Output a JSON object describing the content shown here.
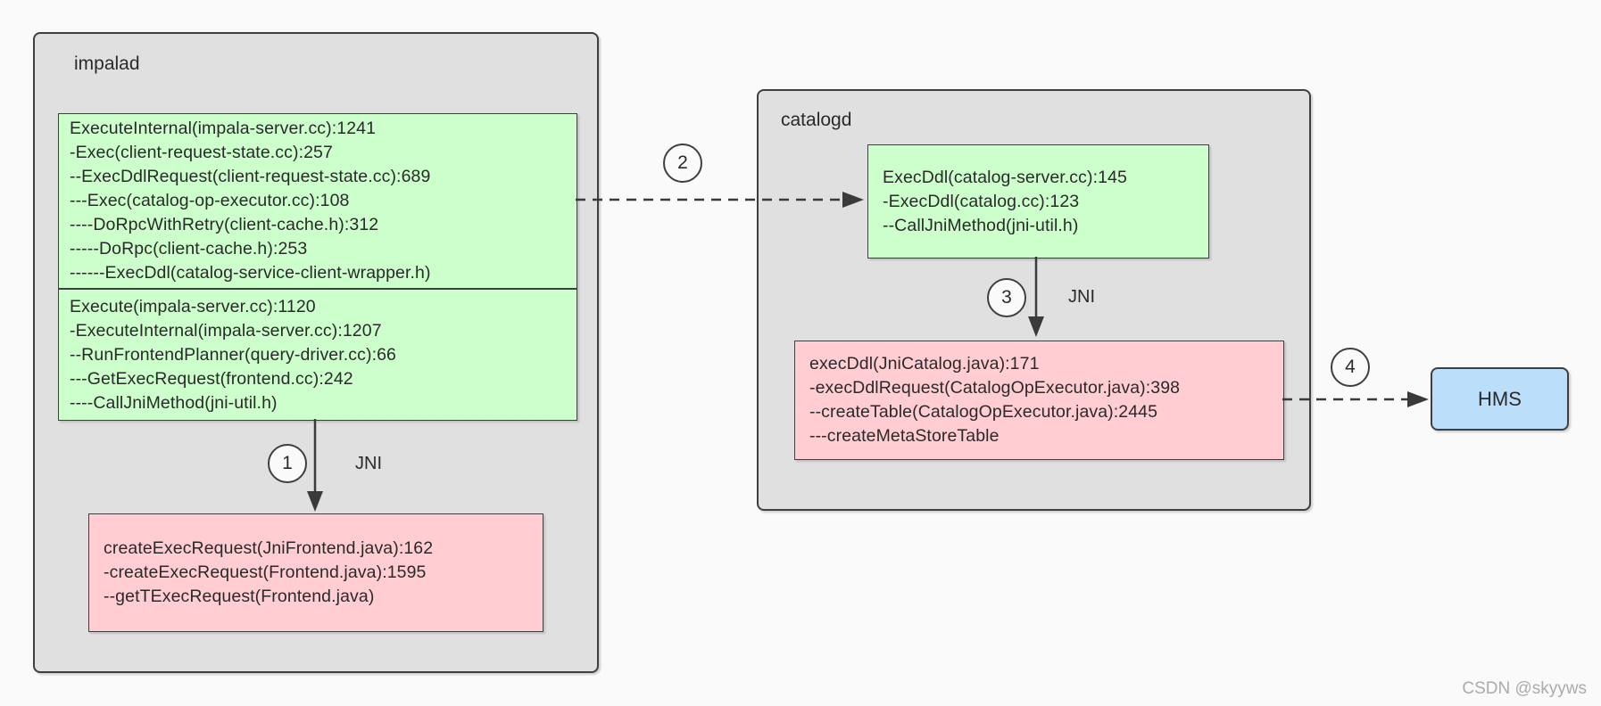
{
  "diagram": {
    "watermark": "CSDN @skyyws",
    "colors": {
      "page_background": "#fafafa",
      "container_fill": "#e0e0e0",
      "cpp_stack_fill": "#ccffcc",
      "java_stack_fill": "#ffcdd2",
      "hms_fill": "#bbdefb",
      "border": "#3f3f3f",
      "text": "#2a2a2a"
    },
    "impalad": {
      "title": "impalad",
      "jni_label": "JNI",
      "cpp_ddl_stack": [
        "ExecuteInternal(impala-server.cc):1241",
        "-Exec(client-request-state.cc):257",
        "--ExecDdlRequest(client-request-state.cc):689",
        "---Exec(catalog-op-executor.cc):108",
        "----DoRpcWithRetry(client-cache.h):312",
        "-----DoRpc(client-cache.h):253",
        "------ExecDdl(catalog-service-client-wrapper.h)"
      ],
      "cpp_frontend_stack": [
        "Execute(impala-server.cc):1120",
        "-ExecuteInternal(impala-server.cc):1207",
        "--RunFrontendPlanner(query-driver.cc):66",
        "---GetExecRequest(frontend.cc):242",
        "----CallJniMethod(jni-util.h)"
      ],
      "java_frontend_stack": [
        "createExecRequest(JniFrontend.java):162",
        "-createExecRequest(Frontend.java):1595",
        "--getTExecRequest(Frontend.java)"
      ]
    },
    "catalogd": {
      "title": "catalogd",
      "jni_label": "JNI",
      "cpp_ddl_stack": [
        "ExecDdl(catalog-server.cc):145",
        "-ExecDdl(catalog.cc):123",
        "--CallJniMethod(jni-util.h)"
      ],
      "java_catalog_stack": [
        "execDdl(JniCatalog.java):171",
        "-execDdlRequest(CatalogOpExecutor.java):398",
        "--createTable(CatalogOpExecutor.java):2445",
        "---createMetaStoreTable"
      ]
    },
    "hms": {
      "label": "HMS"
    },
    "steps": [
      "1",
      "2",
      "3",
      "4"
    ]
  }
}
